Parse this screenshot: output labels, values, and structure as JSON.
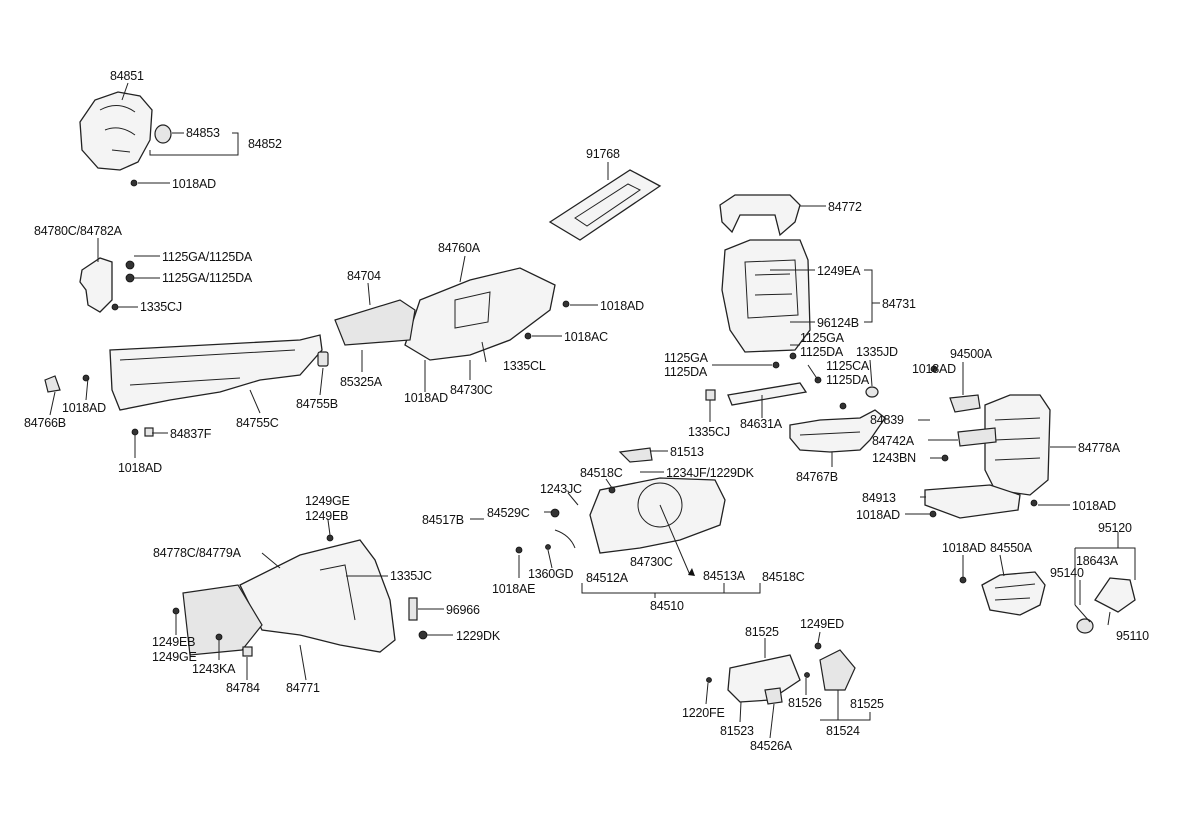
{
  "diagram": {
    "labels": {
      "l84851": "84851",
      "l84853": "84853",
      "l84852": "84852",
      "l1018AD_a": "1018AD",
      "l91768": "91768",
      "l84772": "84772",
      "l84780C": "84780C/84782A",
      "l1125GA_a": "1125GA/1125DA",
      "l1125GA_b": "1125GA/1125DA",
      "l1335CJ_a": "1335CJ",
      "l84760A": "84760A",
      "l84704": "84704",
      "l1018AD_b": "1018AD",
      "l1018AC": "1018AC",
      "l1249EA": "1249EA",
      "l84731": "84731",
      "l96124B": "96124B",
      "l1125GA_c": "1125GA",
      "l1125DA_c": "1125DA",
      "l1125GA_d": "1125GA",
      "l1125DA_d": "1125DA",
      "l1125CA": "1125CA",
      "l1125DA_e": "1125DA",
      "l1335JD": "1335JD",
      "l94500A": "94500A",
      "l1018AD_c": "1018AD",
      "l85325A": "85325A",
      "l1335CL": "1335CL",
      "l1018AD_d": "1018AD",
      "l84730C_a": "84730C",
      "l84755B": "84755B",
      "l84766B": "84766B",
      "l1018AD_e": "1018AD",
      "l84755C": "84755C",
      "l84837F": "84837F",
      "l1018AD_f": "1018AD",
      "l84631A": "84631A",
      "l1335CJ_b": "1335CJ",
      "l84839": "84839",
      "l84742A": "84742A",
      "l84778A": "84778A",
      "l1243BN": "1243BN",
      "l81513": "81513",
      "l84767B": "84767B",
      "l84518C_a": "84518C",
      "l1234JF": "1234JF/1229DK",
      "l1243JC": "1243JC",
      "l84913": "84913",
      "l1018AD_g": "1018AD",
      "l1018AD_h": "1018AD",
      "l1249GE_a": "1249GE",
      "l1249EB_a": "1249EB",
      "l84517B": "84517B",
      "l84529C": "84529C",
      "l95120": "95120",
      "l84778C": "84778C/84779A",
      "l1335JC": "1335JC",
      "l1018AE": "1018AE",
      "l1360GD": "1360GD",
      "l84730C_b": "84730C",
      "l84512A": "84512A",
      "l84513A": "84513A",
      "l84518C_b": "84518C",
      "l1018AD_i": "1018AD",
      "l84550A": "84550A",
      "l18643A": "18643A",
      "l95140": "95140",
      "l84510": "84510",
      "l96966": "96966",
      "l1229DK": "1229DK",
      "l95110": "95110",
      "l1249EB_b": "1249EB",
      "l1249GE_b": "1249GE",
      "l1243KA": "1243KA",
      "l84784": "84784",
      "l84771": "84771",
      "l81525_a": "81525",
      "l1249ED": "1249ED",
      "l1220FE": "1220FE",
      "l81526": "81526",
      "l81525_b": "81525",
      "l81523": "81523",
      "l81524": "81524",
      "l84526A": "84526A"
    }
  }
}
